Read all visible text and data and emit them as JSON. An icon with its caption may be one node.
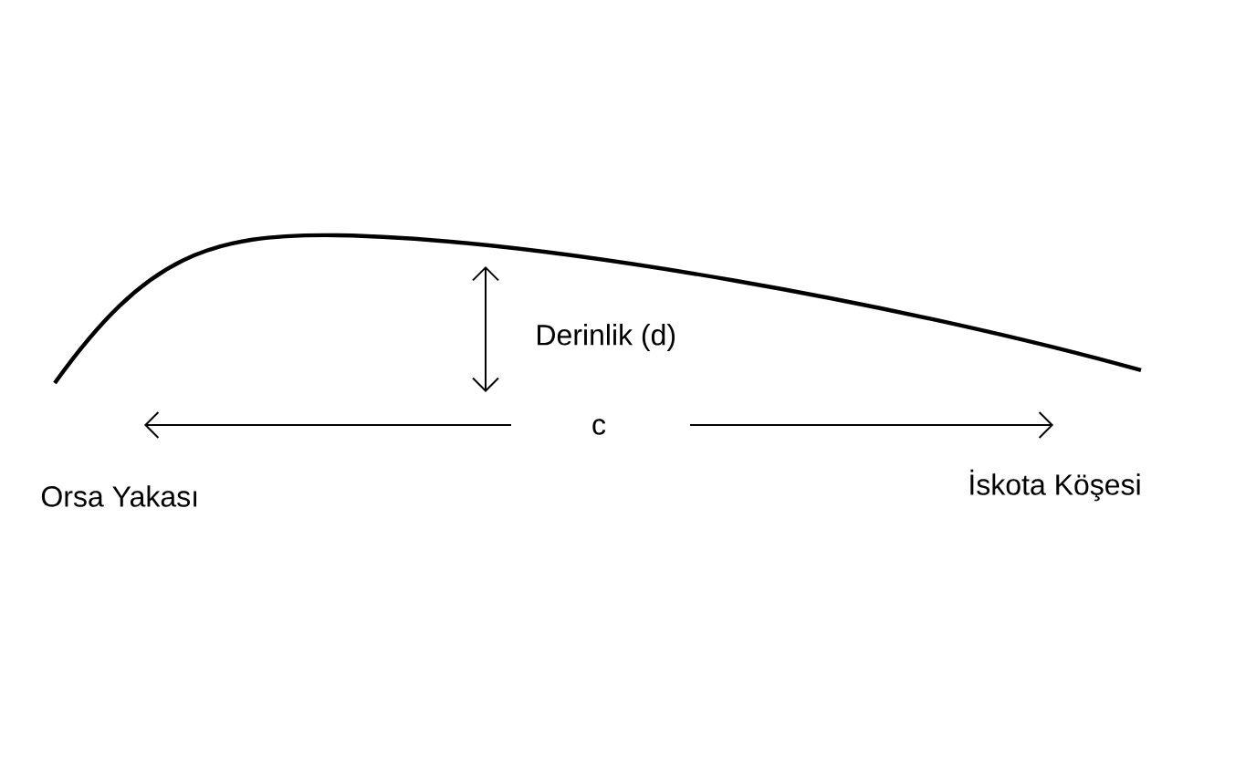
{
  "diagram": {
    "labels": [
      "Derinlik (d)",
      "c",
      "Orsa Yakası",
      "İskota Köşesi"
    ]
  }
}
